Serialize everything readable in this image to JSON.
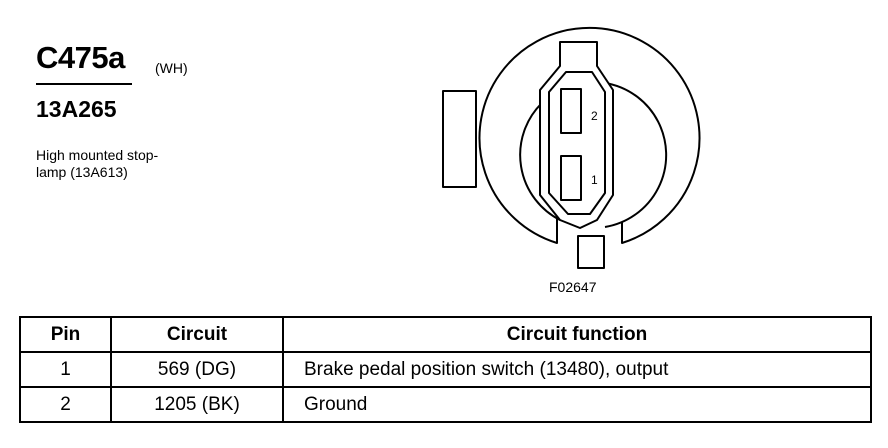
{
  "connector": {
    "id": "C475a",
    "color_code": "(WH)",
    "part_number": "13A265",
    "description_lines": [
      "High mounted stop-",
      "lamp (13A613)"
    ]
  },
  "drawing": {
    "pin_labels": [
      "2",
      "1"
    ],
    "figure_code": "F02647"
  },
  "table": {
    "headers": {
      "pin": "Pin",
      "circuit": "Circuit",
      "function": "Circuit function"
    },
    "rows": [
      {
        "pin": "1",
        "circuit": "569 (DG)",
        "function": "Brake pedal position switch (13480), output"
      },
      {
        "pin": "2",
        "circuit": "1205 (BK)",
        "function": "Ground"
      }
    ]
  }
}
